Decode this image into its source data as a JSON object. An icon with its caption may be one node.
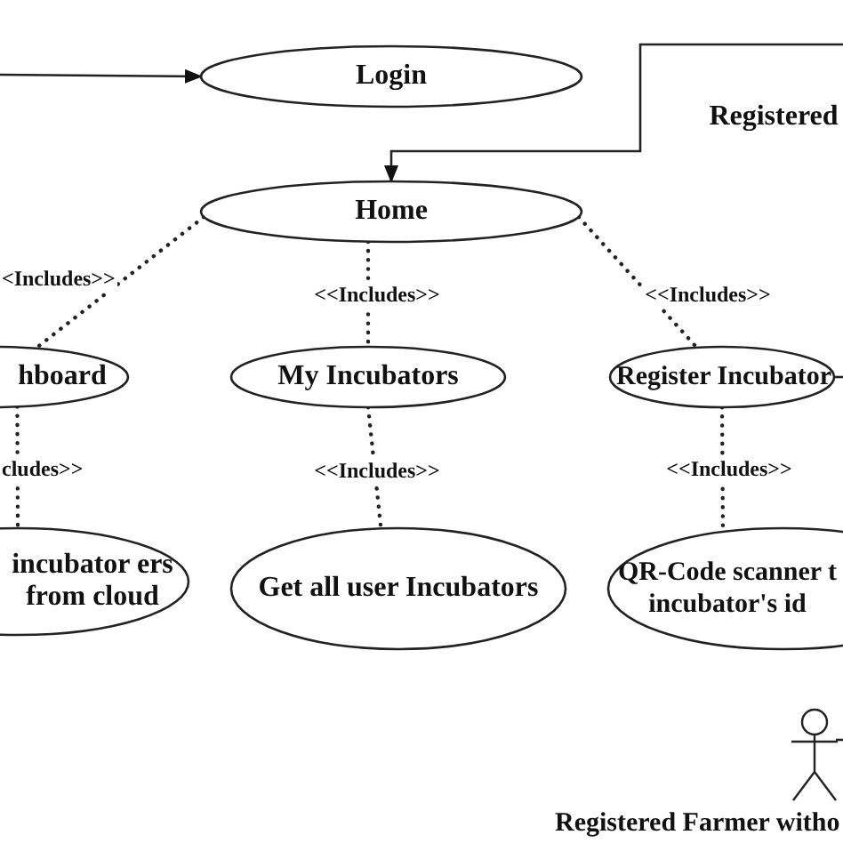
{
  "diagram": {
    "nodes": [
      {
        "text": [
          "Login"
        ]
      },
      {
        "text": [
          "Registered"
        ]
      },
      {
        "text": [
          "Home"
        ]
      },
      {
        "text": [
          "hboard"
        ]
      },
      {
        "text": [
          "My Incubators"
        ]
      },
      {
        "text": [
          "Register Incubator"
        ]
      },
      {
        "text": [
          "incubator ers from cloud"
        ]
      },
      {
        "text": [
          "Get all user Incubators"
        ]
      },
      {
        "text": [
          "QR-Code scanner t incubator's id"
        ]
      },
      {
        "text": [],
        "shape": "person",
        "beside": [
          "Registered Farmer witho"
        ]
      }
    ],
    "edges": [
      {
        "from": null,
        "to": 0,
        "arrow": "to"
      },
      {
        "from": null,
        "to": 2,
        "arrow": "to"
      },
      {
        "from": 2,
        "to": 3,
        "arrow": "none",
        "style": "dashed",
        "label": "<Includes>>"
      },
      {
        "from": 2,
        "to": 4,
        "arrow": "none",
        "style": "dashed",
        "label": "<<Includes>>"
      },
      {
        "from": 2,
        "to": 5,
        "arrow": "none",
        "style": "dashed",
        "label": "<<Includes>>"
      },
      {
        "from": 5,
        "to": null,
        "arrow": "none"
      },
      {
        "from": 3,
        "to": 6,
        "arrow": "none",
        "style": "dashed",
        "label": "cludes>>"
      },
      {
        "from": 4,
        "to": 7,
        "arrow": "none",
        "style": "dashed",
        "label": "<<Includes>>"
      },
      {
        "from": 5,
        "to": 8,
        "arrow": "none",
        "style": "dashed",
        "label": "<<Includes>>"
      },
      {
        "from": 9,
        "to": null,
        "arrow": "none"
      }
    ]
  }
}
